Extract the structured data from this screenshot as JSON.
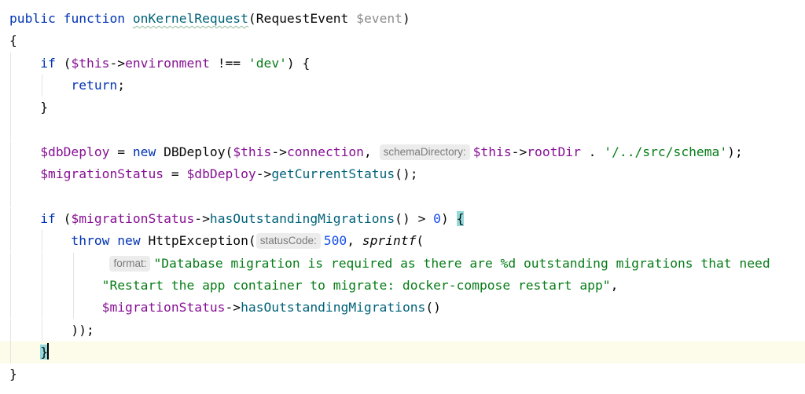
{
  "code": {
    "l1": {
      "kw_public": "public",
      "kw_function": "function",
      "fn_name": "onKernelRequest",
      "p1": "(RequestEvent ",
      "var_event": "$event",
      "p2": ")"
    },
    "l2": {
      "brace": "{"
    },
    "l3": {
      "kw_if": "if",
      "p1": " (",
      "var_this": "$this",
      "arrow": "->",
      "prop_env": "environment",
      "op": " !== ",
      "str_dev": "'dev'",
      "p2": ") {"
    },
    "l4": {
      "kw_return": "return",
      "semi": ";"
    },
    "l5": {
      "brace": "}"
    },
    "l7": {
      "var_dbDeploy": "$dbDeploy",
      "eq": " = ",
      "kw_new": "new",
      "cls": " DBDeploy(",
      "var_this": "$this",
      "arrow": "->",
      "prop_connection": "connection",
      "comma": ", ",
      "hint_schema": "schemaDirectory:",
      "var_this2": "$this",
      "arrow2": "->",
      "prop_rootDir": "rootDir",
      "concat": " . ",
      "str_path": "'/../src/schema'",
      "end": ");"
    },
    "l8": {
      "var_status": "$migrationStatus",
      "eq": " = ",
      "var_dbDeploy": "$dbDeploy",
      "arrow": "->",
      "method": "getCurrentStatus",
      "end": "();"
    },
    "l10": {
      "kw_if": "if",
      "p1": " (",
      "var_status": "$migrationStatus",
      "arrow": "->",
      "method": "hasOutstandingMigrations",
      "p2": "() > ",
      "num_zero": "0",
      "p3": ") ",
      "brace": "{"
    },
    "l11": {
      "kw_throw": "throw",
      "sp": " ",
      "kw_new": "new",
      "cls": " HttpException(",
      "hint_status": "statusCode:",
      "num_500": "500",
      "comma": ", ",
      "fn_sprintf": "sprintf",
      "paren": "("
    },
    "l12": {
      "hint_format": "format:",
      "str": "\"Database migration is required as there are %d outstanding migrations that need"
    },
    "l13": {
      "str": "\"Restart the app container to migrate: docker-compose restart app\"",
      "comma": ","
    },
    "l14": {
      "var_status": "$migrationStatus",
      "arrow": "->",
      "method": "hasOutstandingMigrations",
      "end": "()"
    },
    "l15": {
      "end": "));"
    },
    "l16": {
      "brace": "}"
    },
    "l17": {
      "brace": "}"
    }
  },
  "colors": {
    "keyword": "#0033b3",
    "variable": "#871094",
    "method": "#00627a",
    "string": "#067d17",
    "number": "#1750eb",
    "hint_bg": "#ececec",
    "current_line": "#fdfbe9",
    "brace_match": "#93d9d9"
  }
}
